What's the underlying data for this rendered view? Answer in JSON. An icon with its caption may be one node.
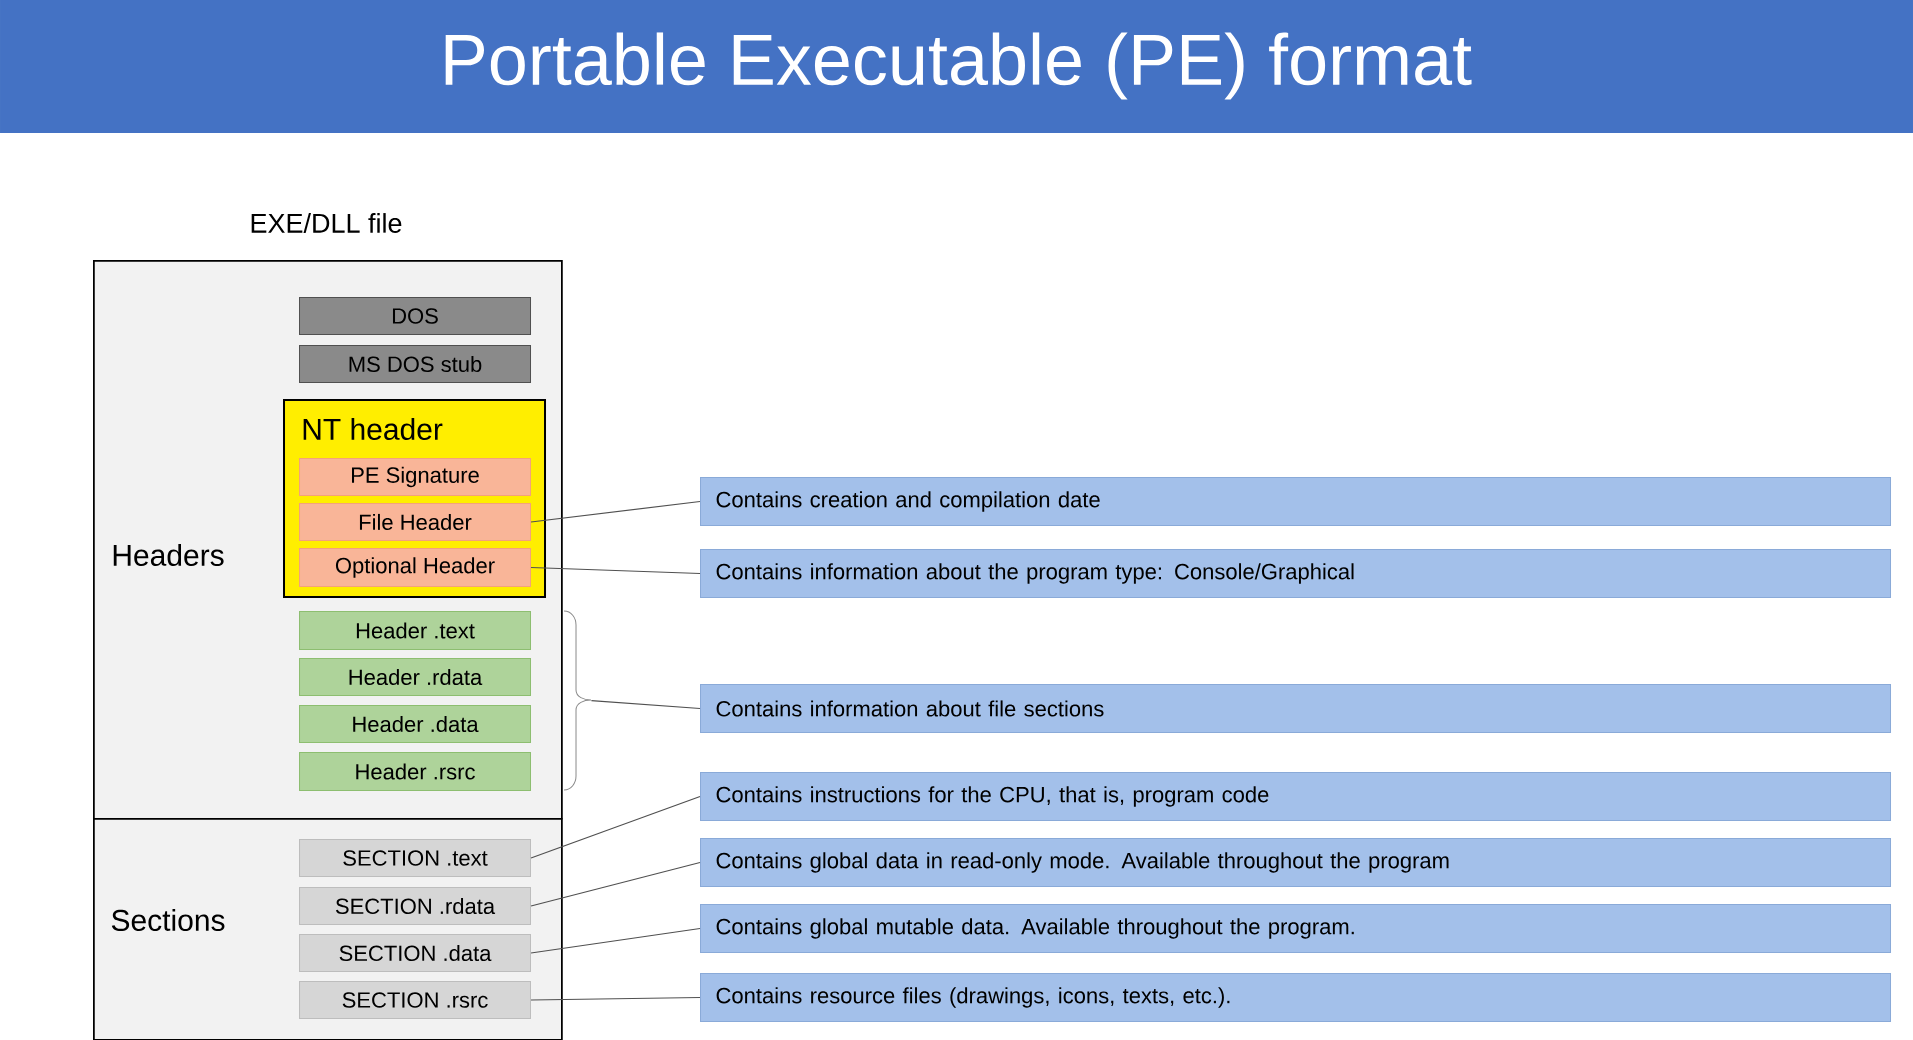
{
  "diagram": {
    "title": "Portable Executable (PE) format",
    "nodes": [
      {
        "text": [
          "EXE/DLL file"
        ]
      },
      {
        "text": [
          "Headers"
        ],
        "in": 0
      },
      {
        "text": [
          "DOS"
        ],
        "in": 1
      },
      {
        "text": [
          "MS DOS stub"
        ],
        "in": 1
      },
      {
        "text": [
          "NT header"
        ],
        "in": 1
      },
      {
        "text": [
          "PE Signature"
        ],
        "in": 4
      },
      {
        "text": [
          "File Header"
        ],
        "in": 4
      },
      {
        "text": [
          "Optional Header"
        ],
        "in": 4
      },
      {
        "text": [
          "Header .text"
        ],
        "in": 1
      },
      {
        "text": [
          "Header .rdata"
        ],
        "in": 1
      },
      {
        "text": [
          "Header .data"
        ],
        "in": 1
      },
      {
        "text": [
          "Header .rsrc"
        ],
        "in": 1
      },
      {
        "text": [],
        "shape": "bracket"
      },
      {
        "text": [
          "Sections"
        ],
        "in": 0
      },
      {
        "text": [
          "SECTION .text"
        ],
        "in": 13
      },
      {
        "text": [
          "SECTION .rdata"
        ],
        "in": 13
      },
      {
        "text": [
          "SECTION .data"
        ],
        "in": 13
      },
      {
        "text": [
          "SECTION .rsrc"
        ],
        "in": 13
      },
      {
        "text": [
          "Contains creation and compilation date"
        ]
      },
      {
        "text": [
          "Contains information about the program type: Console/Graphical"
        ]
      },
      {
        "text": [
          "Contains information about file sections"
        ]
      },
      {
        "text": [
          "Contains instructions for the CPU, that is, program code"
        ]
      },
      {
        "text": [
          "Contains global data in read-only mode. Available throughout the program"
        ]
      },
      {
        "text": [
          "Contains global mutable data. Available throughout the program."
        ]
      },
      {
        "text": [
          "Contains resource files (drawings, icons, texts, etc.)."
        ]
      }
    ],
    "edges": [
      {
        "from": 6,
        "to": 18,
        "arrow": "none"
      },
      {
        "from": 7,
        "to": 19,
        "arrow": "none"
      },
      {
        "from": 12,
        "to": 20,
        "arrow": "none"
      },
      {
        "from": 14,
        "to": 21,
        "arrow": "none"
      },
      {
        "from": 15,
        "to": 22,
        "arrow": "none"
      },
      {
        "from": 16,
        "to": 23,
        "arrow": "none"
      },
      {
        "from": 17,
        "to": 24,
        "arrow": "none"
      }
    ]
  }
}
